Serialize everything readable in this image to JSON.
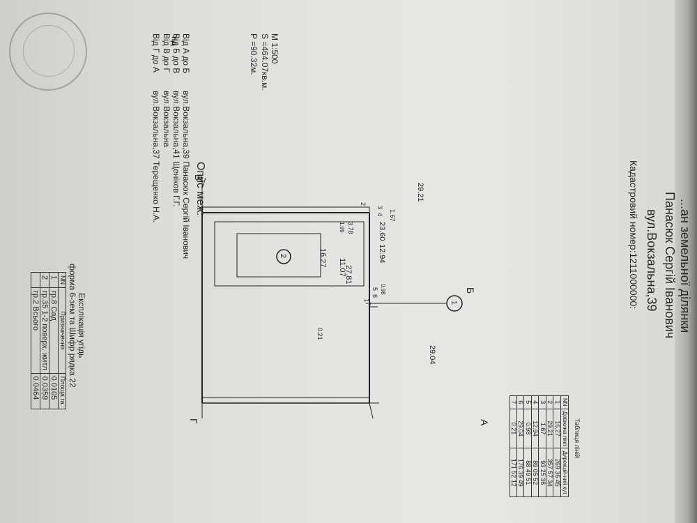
{
  "header": {
    "title_line_1": "...ан земельної ділянки",
    "title_line_2": "Панасюк Сергій Іванович",
    "title_line_3": "вул.Вокзальна,39",
    "cadastral": "Кадастровий номер:1211000000:",
    "corner_mark": "пд"
  },
  "line_table": {
    "title": "Таблиця ліній",
    "headers": [
      "NN",
      "Довжина лінії",
      "Дирекцій-ний кут"
    ],
    "rows": [
      [
        "1",
        "16.27",
        "269 36 45"
      ],
      [
        "2",
        "29.21",
        "357 57 34"
      ],
      [
        "3",
        "1.67",
        "93 25 36"
      ],
      [
        "4",
        "12.94",
        "89 05 52"
      ],
      [
        "5",
        "0.98",
        "88 49 51"
      ],
      [
        "6",
        "29.04",
        "176 39 49"
      ],
      [
        "7",
        "0.21",
        "171 52 12"
      ]
    ]
  },
  "scale": {
    "m": "М 1:500",
    "s": "S =464.07кв.м.",
    "p": "P =90.32м."
  },
  "plan": {
    "corner_v": "В",
    "corner_b": "Б",
    "corner_a": "А",
    "corner_g": "Г",
    "dim_left": "29.21",
    "dim_right": "29.04",
    "dim_167": "1.67",
    "dim_2360": "23.60",
    "dim_1294": "12.94",
    "dim_098": "0.98",
    "dim_378": "3.78",
    "dim_199": "1.99",
    "dim_2781": "27.81",
    "dim_1107": "11.07",
    "dim_1627": "16.27",
    "dim_021": "0.21",
    "pt_2": "2",
    "pt_3": "3",
    "pt_4": "4",
    "pt_5": "5",
    "pt_6": "6",
    "pt_7": "7",
    "pt_1": "1",
    "circle_1": "1",
    "circle_2": "2"
  },
  "borders": {
    "title": "Опис меж:",
    "items": [
      {
        "label": "Від А до Б",
        "value": "вул.Вокзальна,39 Панасюк Сергій Іванович"
      },
      {
        "label": "Від Б до В",
        "value": "вул.Вокзальна,41 Щеніков Г.Г."
      },
      {
        "label": "Від В до Г",
        "value": "вул.Вокзальна"
      },
      {
        "label": "Від Г до А",
        "value": "вул.Вокзальна,37 Терещенко Н.А."
      }
    ]
  },
  "explication": {
    "title": "Експлікація угідь",
    "subtitle": "форма 6-зем та Шифр рядка 22",
    "headers": [
      "NN",
      "Призначення",
      "Площа га."
    ],
    "rows": [
      [
        "1",
        "гр.8 Сад",
        "0.0105"
      ],
      [
        "2",
        "гр.35 1-2 поверх. житл",
        "0.0359"
      ],
      [
        "",
        "гр.2 Всього",
        "0.0464"
      ]
    ]
  }
}
